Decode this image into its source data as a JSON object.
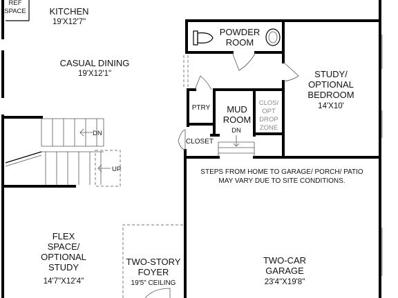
{
  "rooms": {
    "ref_space": {
      "line1": "REF",
      "line2": "SPACE"
    },
    "kitchen": {
      "name": "KITCHEN",
      "dims": "19'X12'7\""
    },
    "casual_dining": {
      "name": "CASUAL DINING",
      "dims": "19'X12'1\""
    },
    "powder_room": {
      "line1": "POWDER",
      "line2": "ROOM"
    },
    "study": {
      "line1": "STUDY/",
      "line2": "OPTIONAL",
      "line3": "BEDROOM",
      "dims": "14'X10'"
    },
    "pantry": {
      "name": "PTRY"
    },
    "mud_room": {
      "line1": "MUD",
      "line2": "ROOM"
    },
    "closet_opt": {
      "line1": "CLOS/",
      "line2": "OPT",
      "line3": "DROP",
      "line4": "ZONE"
    },
    "closet": {
      "name": "CLOSET"
    },
    "flex": {
      "line1": "FLEX",
      "line2": "SPACE/",
      "line3": "OPTIONAL",
      "line4": "STUDY",
      "dims": "14'7\"X12'4\""
    },
    "foyer": {
      "line1": "TWO-STORY",
      "line2": "FOYER",
      "ceiling": "19'5\" CEILING"
    },
    "garage": {
      "line1": "TWO-CAR",
      "line2": "GARAGE",
      "dims": "23'4\"X19'8\""
    }
  },
  "stairs": {
    "down_label": "DN",
    "up_label": "UP",
    "mud_down_label": "DN"
  },
  "note": {
    "line1": "STEPS FROM HOME TO GARAGE/ PORCH/ PATIO",
    "line2": "MAY VARY DUE TO SITE CONDITIONS."
  }
}
